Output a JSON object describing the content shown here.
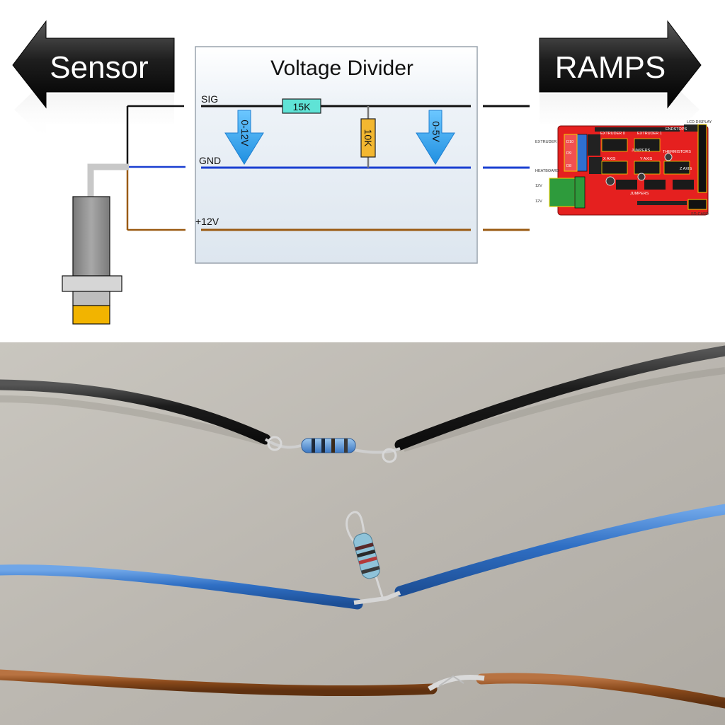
{
  "diagram": {
    "left_arrow_label": "Sensor",
    "right_arrow_label": "RAMPS",
    "box_title": "Voltage Divider",
    "lines": {
      "sig": "SIG",
      "gnd": "GND",
      "vcc": "+12V"
    },
    "resistors": {
      "series": "15K",
      "shunt": "10K"
    },
    "voltage_arrows": {
      "input": "0-12V",
      "output": "0-5V"
    },
    "wire_colors": {
      "sig": "#111111",
      "gnd": "#1a3fd1",
      "vcc": "#9a5a12"
    }
  },
  "ramps_board": {
    "labels": {
      "extruder": "EXTRUDER",
      "heatboard": "HEATBOARD",
      "v12_a": "12V",
      "v12_b": "12V",
      "extruder0": "EXTRUDER 0",
      "extruder1": "EXTRUDER 1",
      "endstops": "ENDSTOPS",
      "lcd": "LCD DISPLAY",
      "jumpers_top": "JUMPERS",
      "thermistors": "THERMISTORS",
      "x_axis": "X AXIS",
      "y_axis": "Y AXIS",
      "z_axis": "Z AXIS",
      "jumpers_bottom": "JUMPERS",
      "sd": "SD-CARD",
      "d10": "D10",
      "d9": "D9",
      "d8": "D8"
    }
  },
  "photo": {
    "wire_colors": {
      "black": "#1c1c1c",
      "blue": "#2f6fc4",
      "brown": "#8a4a1c"
    },
    "background": "#bdb9b2"
  }
}
